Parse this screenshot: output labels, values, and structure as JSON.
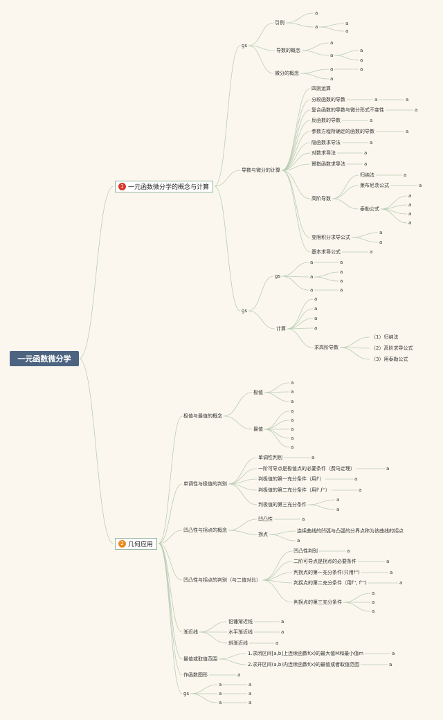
{
  "root": {
    "title": "一元函数微分学"
  },
  "branches": [
    {
      "num": "1",
      "title": "一元函数微分学的概念与计算"
    },
    {
      "num": "2",
      "title": "几何应用"
    }
  ],
  "nodes": {
    "gs_a": "gs",
    "yinli": "引例",
    "daoshu_gainian": "导数的概念",
    "weifen_gainian": "微分的概念",
    "dwjs": "导数与微分的计算",
    "sizeyunsuan": "四则运算",
    "fenduan": "分段函数的导数",
    "fuhe": "复合函数的导数与微分形式不变性",
    "fanhanshu": "反函数的导数",
    "canshu": "参数方程所确定的函数的导数",
    "yinhanshu": "隐函数求导法",
    "duishu": "对数求导法",
    "mizhi": "幂指函数求导法",
    "gaojie": "高阶导数",
    "guinafa": "归纳法",
    "leibuniz": "莱布尼茨公式",
    "taile": "泰勒公式",
    "bianxian": "变限积分求导公式",
    "jiben": "基本求导公式",
    "gs_b": "gs",
    "gs_c": "gs",
    "jisuan": "计算",
    "qiugaojie": "求高阶导数",
    "q1": "（1）归纳法",
    "q2": "（2）高阶求导公式",
    "q3": "（3）用泰勒公式",
    "jizhi_zuizhi": "极值与最值的概念",
    "jizhi": "极值",
    "zuizhi": "最值",
    "dandiao_jizhi": "单调性与极值的判别",
    "dandiaoxing": "单调性判别",
    "yijie": "一阶可导点是极值点的必要条件（费马定理）",
    "jz1": "判极值的第一充分条件（用f'）",
    "jz2": "判极值的第二充分条件（用f',f''）",
    "jz3": "判极值的第三充分条件",
    "aotu_gainian": "凹凸性与拐点的概念",
    "aotuxing": "凹凸性",
    "guaidian": "拐点",
    "guaidian_def": "连续曲线的凹弧与凸弧的分界点称为该曲线的拐点",
    "aotu_panbie": "凹凸性与拐点的判别（与二值对比）",
    "aotu_pb": "凹凸性判别",
    "erjie": "二阶可导点是拐点的必要条件",
    "gd1": "判拐点的第一充分条件(只用f'')",
    "gd2": "判拐点的第二充分条件（用f'', f''')",
    "gd3": "判拐点的第三充分条件",
    "jianjinxian": "渐近线",
    "qianzhi": "铅锤渐近线",
    "shuiping": "水平渐近线",
    "xie": "斜渐近线",
    "zuizhi_qz": "最值或取值范围",
    "z1": "1.求闭区间[a,b]上连续函数f(x)的最大值M和最小值m",
    "z2": "2.求开区间(a,b)内连续函数f(x)的最值或者取值范围",
    "zuotu": "作函数图形",
    "gs_d": "gs",
    "leaf": "a"
  }
}
